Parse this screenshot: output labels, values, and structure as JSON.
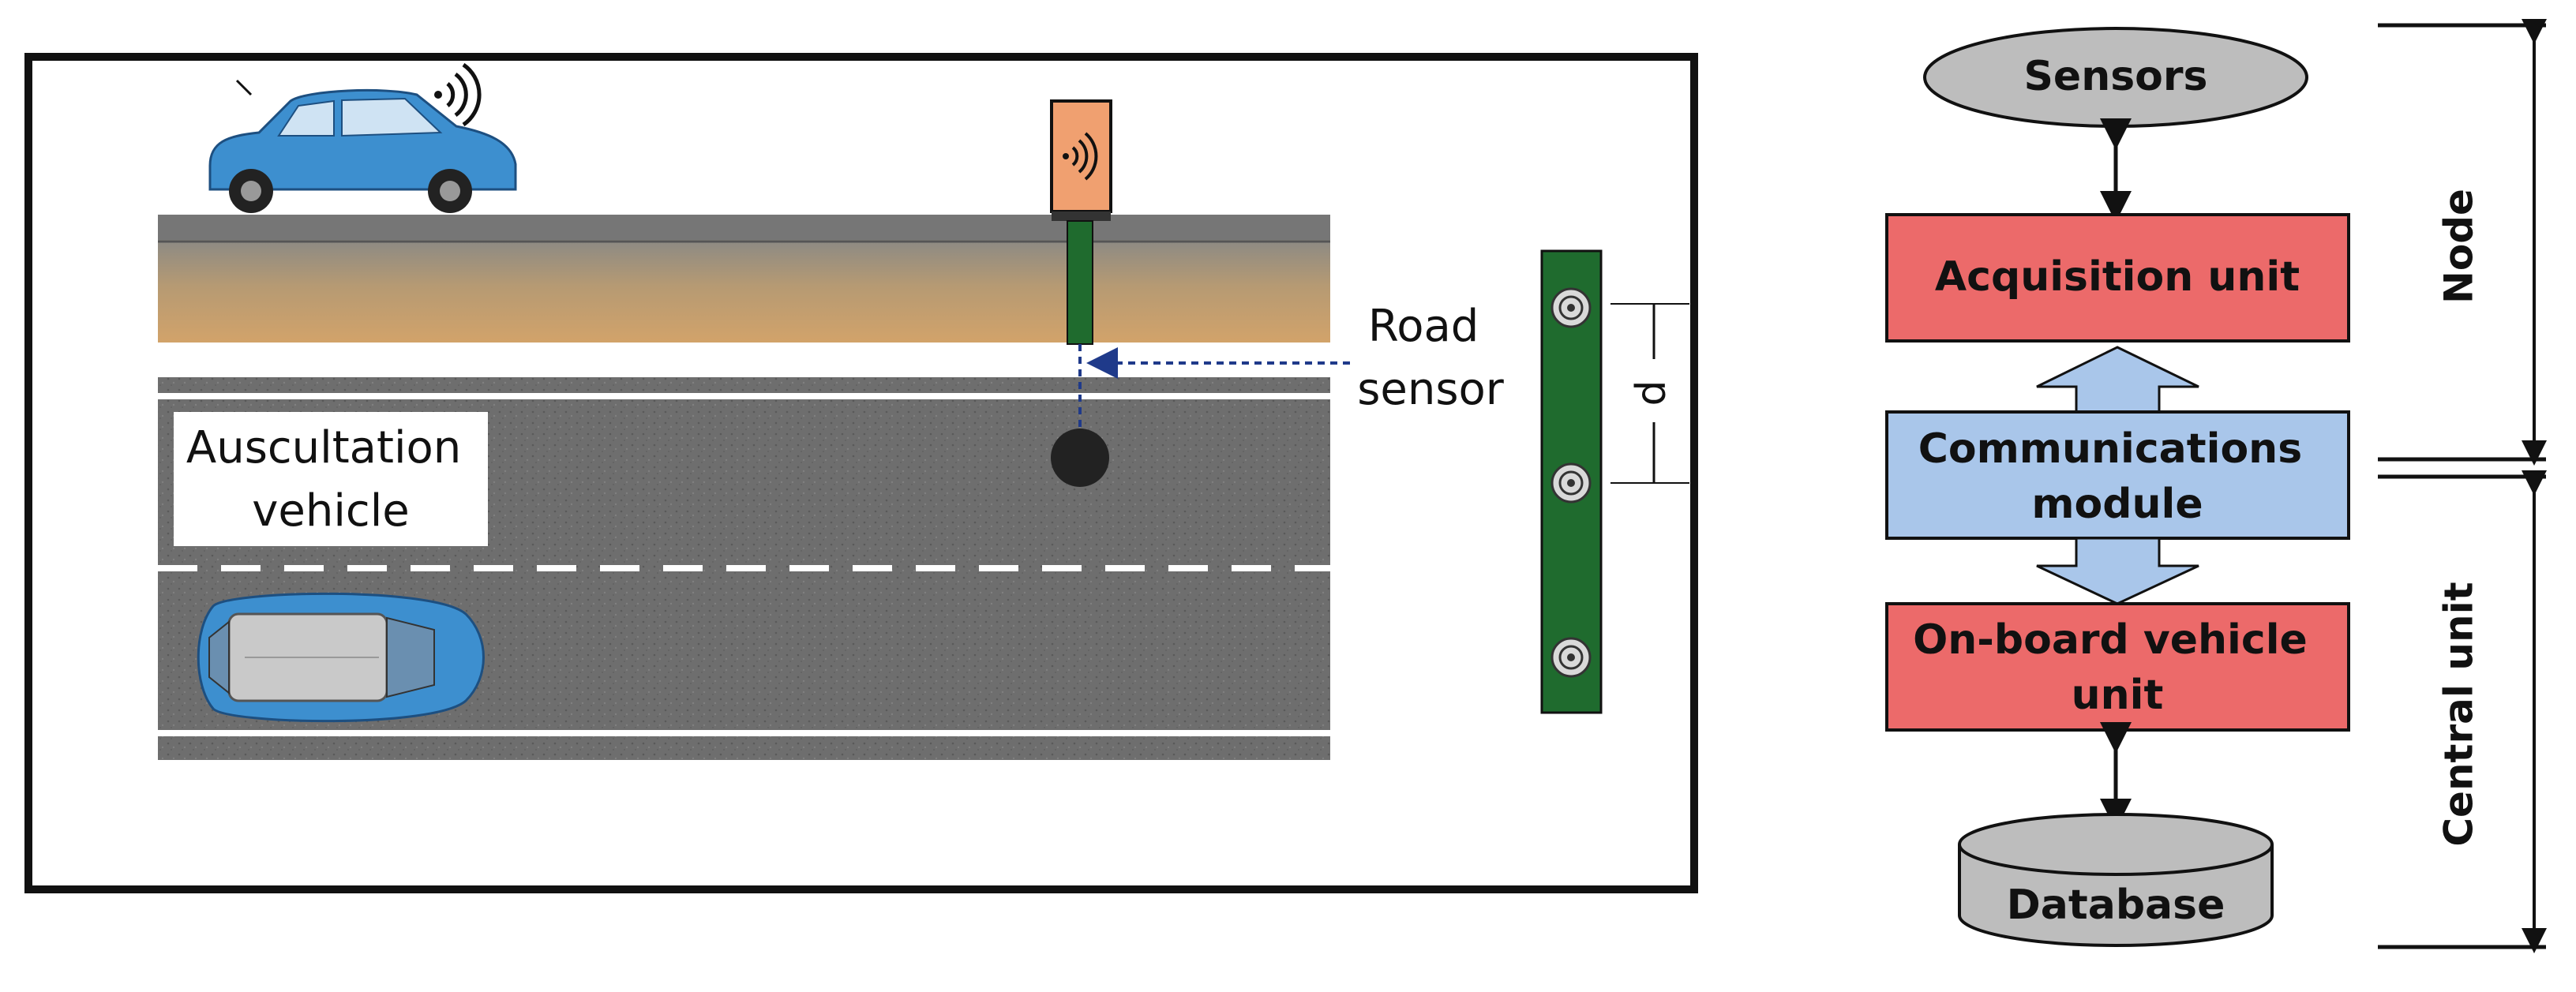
{
  "scene": {
    "road_sensor_label": [
      "Road",
      "sensor"
    ],
    "vehicle_label": [
      "Auscultation",
      "vehicle"
    ],
    "spacing_label": "d"
  },
  "flow": {
    "sensors": "Sensors",
    "acquisition": "Acquisition unit",
    "communications": [
      "Communications",
      "module"
    ],
    "onboard": [
      "On-board vehicle",
      "unit"
    ],
    "database": "Database",
    "node_label": "Node",
    "central_label": "Central unit"
  },
  "colors": {
    "red_box": "#ec6a6a",
    "blue_box": "#a9c6ea",
    "gray_shape": "#bdbdbd",
    "road_gray": "#6f6f6f",
    "soil": "#c9a67a",
    "pole_green": "#1f6b2e",
    "sensor_orange": "#f0a070",
    "car_blue": "#3d8fcf",
    "dashed_blue": "#1f3a8a"
  }
}
